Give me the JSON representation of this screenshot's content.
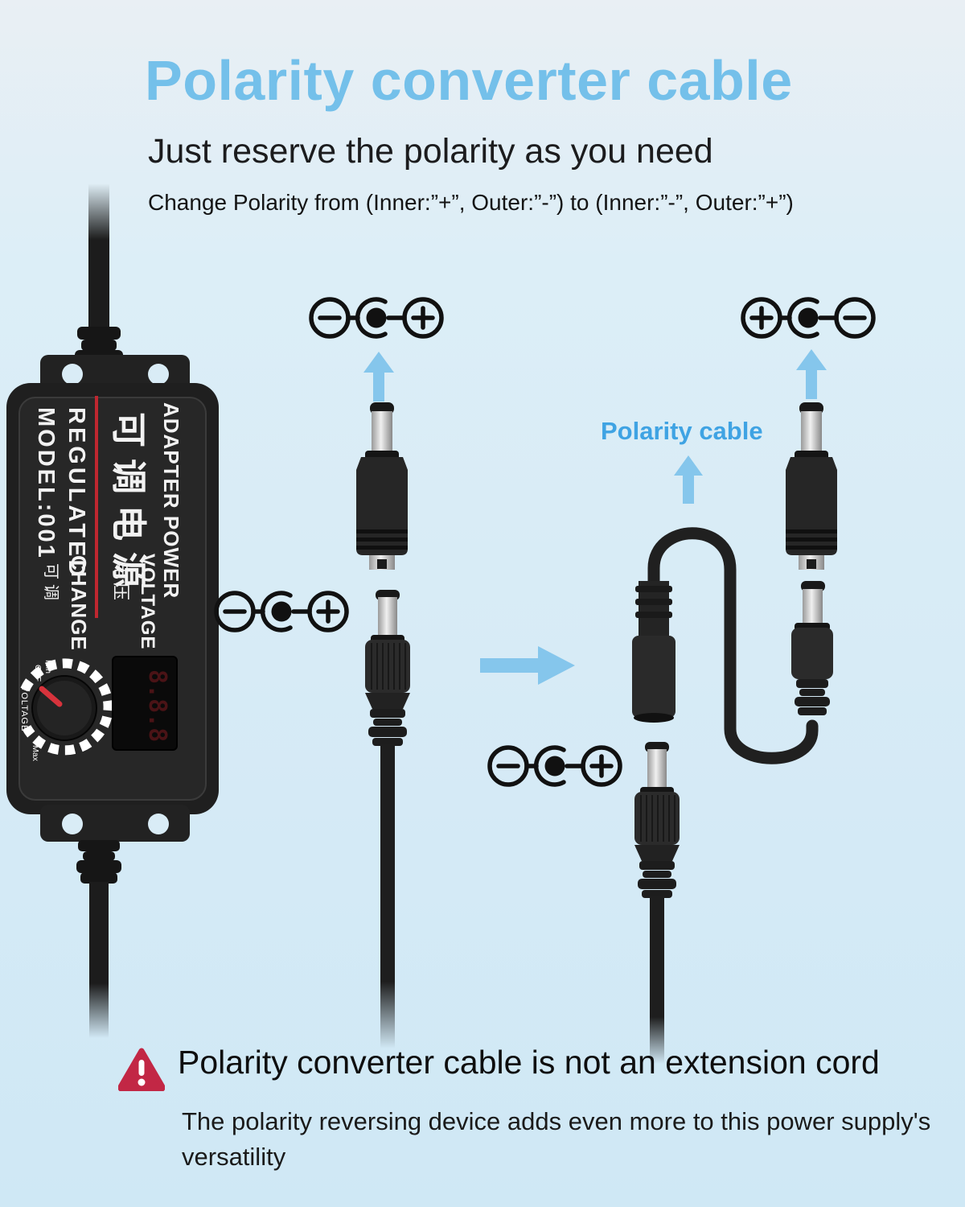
{
  "page": {
    "background_top": "#E9EFF4",
    "background_bottom": "#CFE8F5",
    "title_blue": "#74C0EA",
    "label_blue": "#3FA3E3",
    "arrow_blue": "#85C6EC",
    "warning_red": "#C22745"
  },
  "header": {
    "title": "Polarity converter cable",
    "subtitle": "Just reserve the polarity as you need",
    "description": "Change Polarity from (Inner:”+”, Outer:”-”) to (Inner:”-”, Outer:”+”)"
  },
  "adapter": {
    "line1": "ADAPTER POWER",
    "line2": "可调电源",
    "line3": "REGULATED",
    "line4": "MODEL:001",
    "voltage_en": "VOLTAGE",
    "voltage_cn": "电压",
    "change_en": "CHANGE",
    "change_cn": "可调",
    "knob_min": "Min",
    "knob_off": "OFF",
    "knob_scale": "VOLTAGE",
    "knob_max": "Max",
    "display_value": "8.8.8"
  },
  "diagram": {
    "polarity_cable_label": "Polarity cable",
    "polarities": {
      "source_top": [
        "minus",
        "plus"
      ],
      "source_mid": [
        "minus",
        "plus"
      ],
      "converted_top": [
        "plus",
        "minus"
      ],
      "converted_mid": [
        "minus",
        "plus"
      ]
    }
  },
  "warning": {
    "title": "Polarity converter cable is not an extension cord",
    "body": "The polarity reversing device adds even more to this power supply's versatility"
  }
}
